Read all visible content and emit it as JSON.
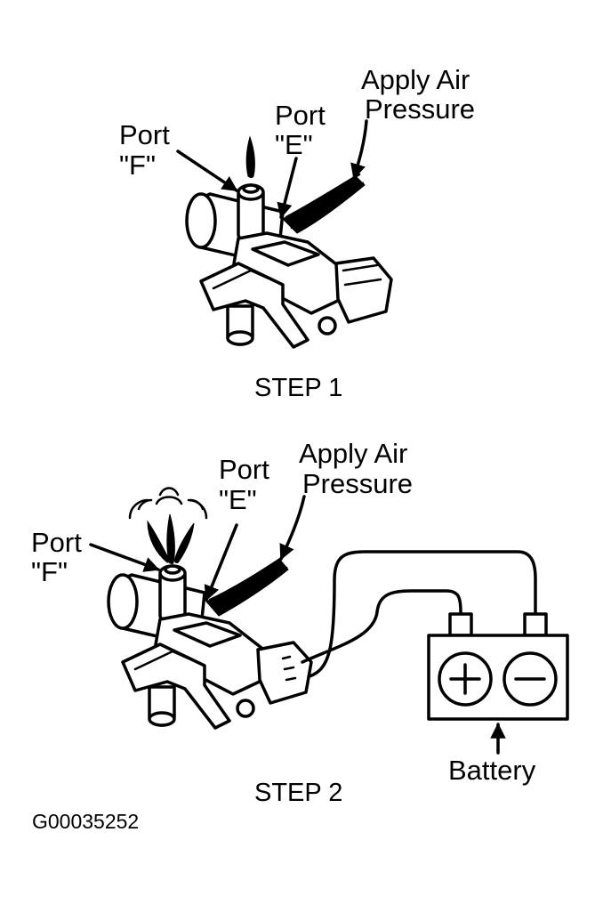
{
  "step1": {
    "title": "STEP 1",
    "port_f": [
      "Port",
      "\"F\""
    ],
    "port_e": [
      "Port",
      "\"E\""
    ],
    "air": [
      "Apply Air",
      "Pressure"
    ]
  },
  "step2": {
    "title": "STEP 2",
    "port_f": [
      "Port",
      "\"F\""
    ],
    "port_e": [
      "Port",
      "\"E\""
    ],
    "air": [
      "Apply Air",
      "Pressure"
    ],
    "battery": {
      "label": "Battery",
      "positive_symbol": "plus-icon",
      "negative_symbol": "minus-icon"
    }
  },
  "figure_code": "G00035252"
}
